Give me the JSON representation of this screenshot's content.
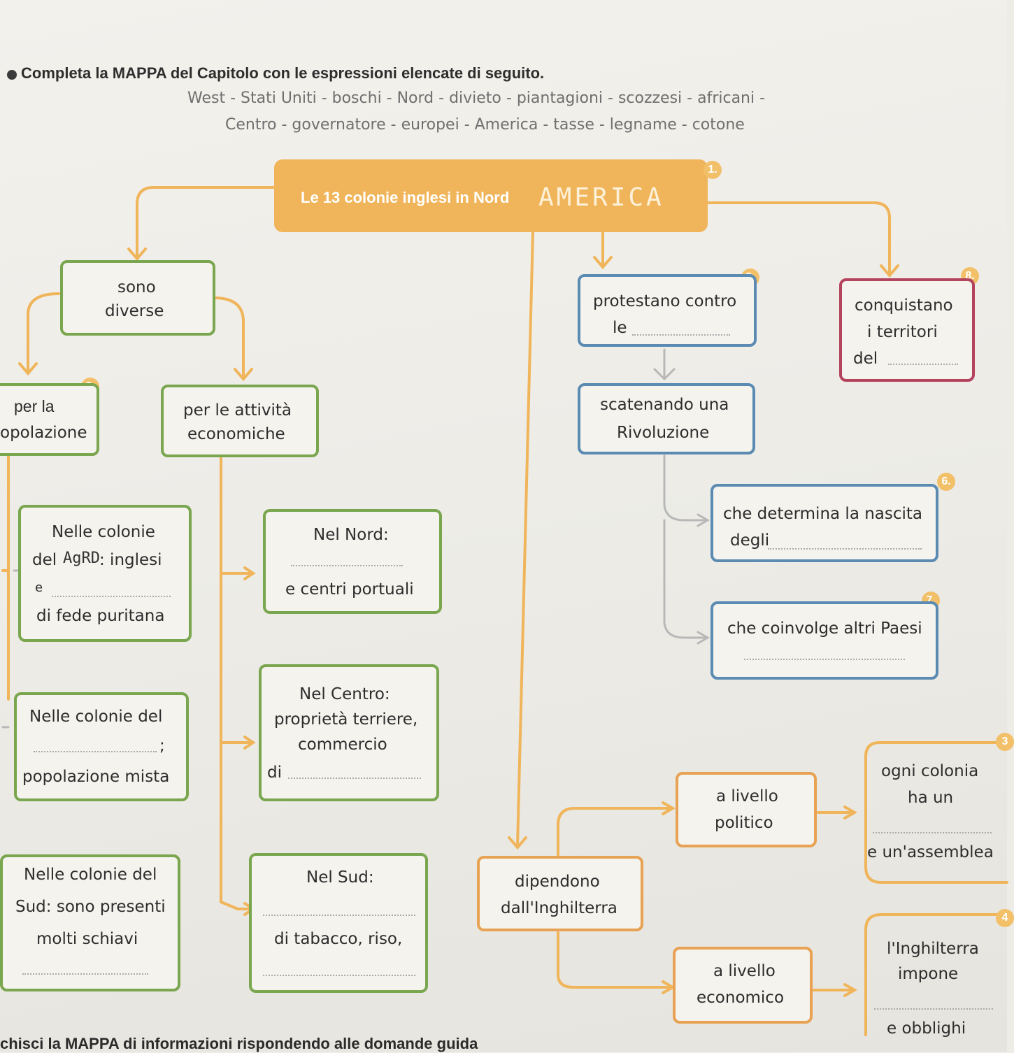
{
  "instruction": "Completa la MAPPA del Capitolo con le espressioni elencate di seguito.",
  "word_bank": {
    "line1": "West - Stati Uniti - boschi - Nord - divieto - piantagioni - scozzesi - africani -",
    "line2": "Centro - governatore - europei - America - tasse - legname - cotone"
  },
  "title": {
    "number": "1.",
    "printed": "Le 13 colonie inglesi in Nord",
    "handwritten": "AMERICA"
  },
  "left": {
    "sono_diverse": [
      "sono",
      "diverse"
    ],
    "popolazione": {
      "number": "2.",
      "lines": [
        "per la",
        "opolazione"
      ]
    },
    "attivita": [
      "per le attività",
      "economiche"
    ],
    "colonie_nord": {
      "l1": "Nelle colonie",
      "l2a": "del",
      "l2b": "AgRD",
      "l2c": ": inglesi",
      "l3": "e",
      "l4": "di fede puritana"
    },
    "nel_nord": {
      "l1": "Nel Nord:",
      "l3": "e centri portuali"
    },
    "colonie_centro": {
      "l1": "Nelle colonie del",
      "l2": ";",
      "l3": "popolazione mista"
    },
    "nel_centro": {
      "l1": "Nel Centro:",
      "l2": "proprietà terriere,",
      "l3": "commercio",
      "l4": "di"
    },
    "colonie_sud": {
      "l1": "Nelle colonie del",
      "l2": "Sud: sono presenti",
      "l3": "molti schiavi"
    },
    "nel_sud": {
      "l1": "Nel Sud:",
      "l3": "di tabacco, riso,"
    }
  },
  "right": {
    "protestano": {
      "number": "5.",
      "l1": "protestano contro",
      "l2": "le"
    },
    "conquistano": {
      "number": "8.",
      "l1": "conquistano",
      "l2": "i territori",
      "l3": "del"
    },
    "scatenando": [
      "scatenando una",
      "Rivoluzione"
    ],
    "determina": {
      "number": "6.",
      "l1": "che determina la nascita",
      "l2": "degli"
    },
    "coinvolge": {
      "number": "7.",
      "l1": "che coinvolge altri Paesi"
    },
    "dipendono": [
      "dipendono",
      "dall'Inghilterra"
    ],
    "politico": [
      "a livello",
      "politico"
    ],
    "ogni_colonia": {
      "number": "3",
      "l1": "ogni colonia",
      "l2": "ha un",
      "l3": "e un'assemblea"
    },
    "economico": [
      "a livello",
      "economico"
    ],
    "inghilterra": {
      "number": "4",
      "l1": "l'Inghilterra",
      "l2": "impone",
      "l3": "e obblighi"
    }
  },
  "footer": "chisci la MAPPA di informazioni rispondendo alle domande guida"
}
